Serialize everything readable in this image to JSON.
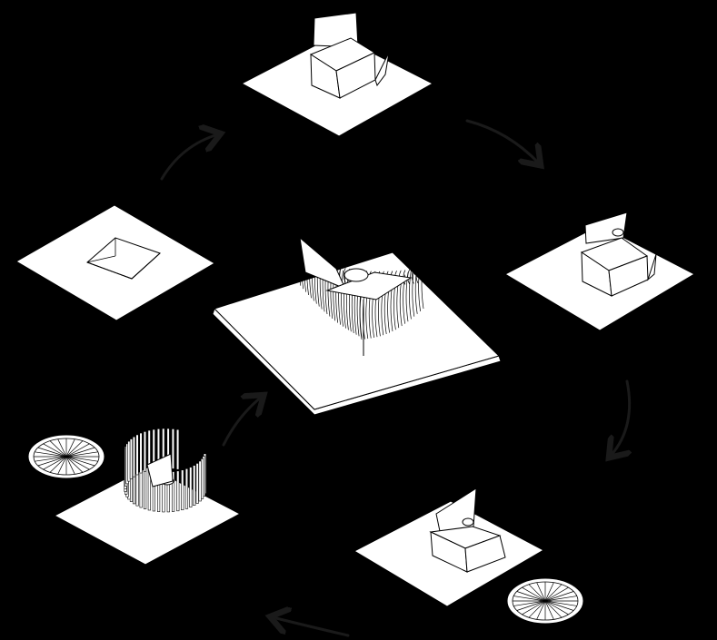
{
  "diagram": {
    "background": "#000000",
    "plate_fill": "#ffffff",
    "line_color": "#000000",
    "arrow_color": "#1a1a1a",
    "steps": [
      {
        "id": "step-1",
        "name": "block-on-plate"
      },
      {
        "id": "step-2",
        "name": "block-with-folded-panels"
      },
      {
        "id": "step-3",
        "name": "block-with-roof-panel-and-oculus"
      },
      {
        "id": "step-4",
        "name": "faceted-form-with-oculus"
      },
      {
        "id": "step-5",
        "name": "slatted-cylinder-with-oculus"
      },
      {
        "id": "center",
        "name": "final-slatted-pavilion"
      }
    ],
    "arrows": [
      "arrow-1-to-2",
      "arrow-2-to-3",
      "arrow-3-to-4",
      "arrow-4-to-5",
      "arrow-5-to-center"
    ]
  }
}
